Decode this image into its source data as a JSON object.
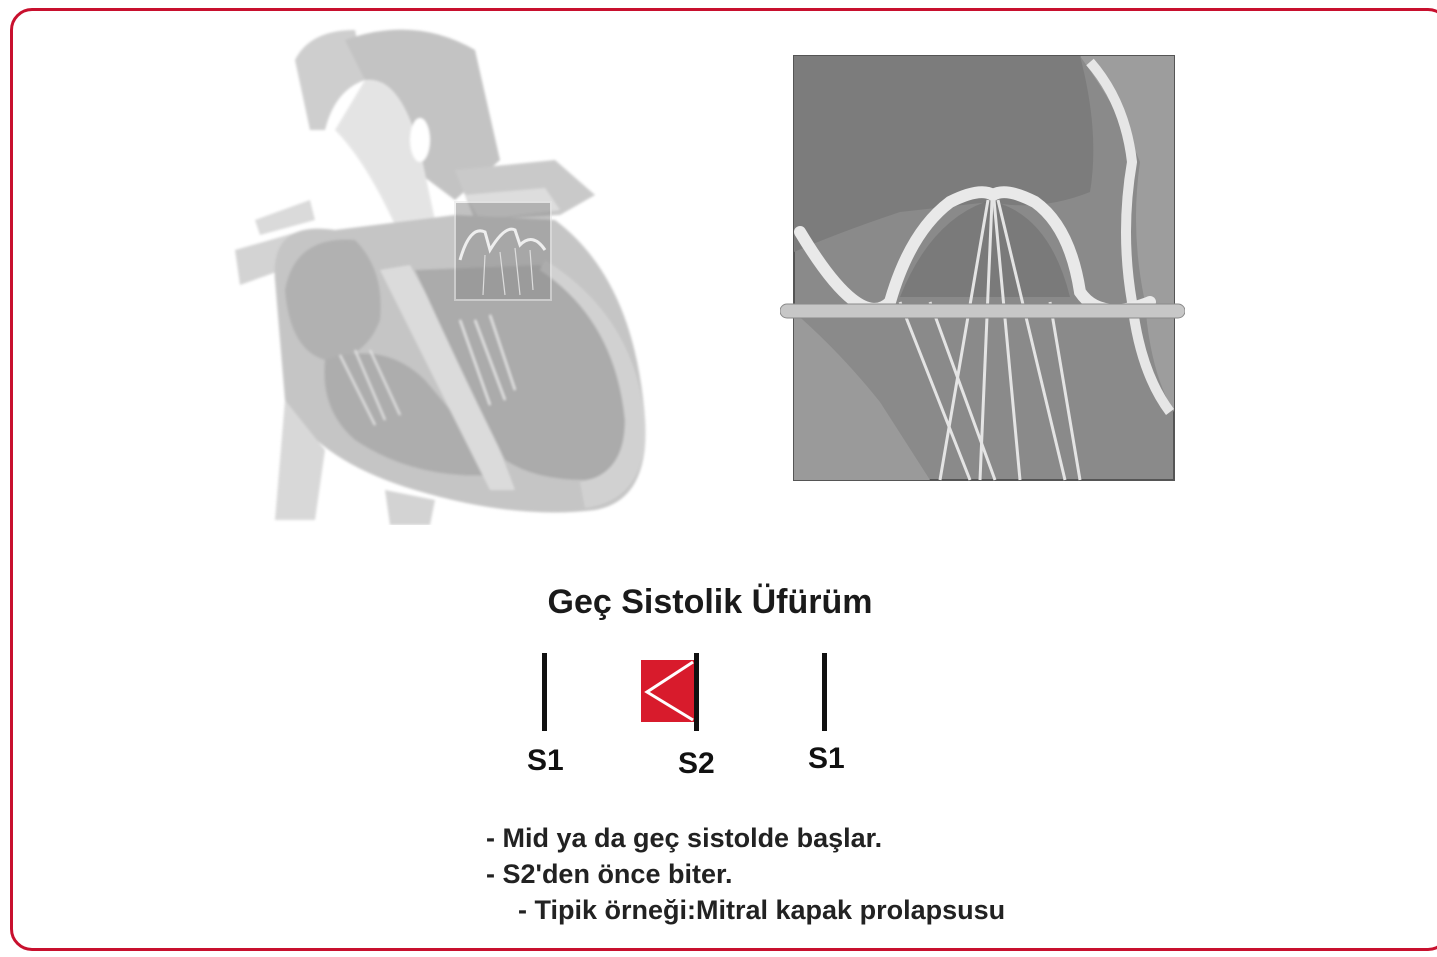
{
  "colors": {
    "frame_border": "#c8102e",
    "murmur_fill": "#d81b2c",
    "illustration_gray": "#9a9a9a"
  },
  "title": "Geç Sistolik Üfürüm",
  "phonocardiogram": {
    "labels": [
      "S1",
      "S2",
      "S1"
    ]
  },
  "notes": [
    "- Mid ya da geç sistolde başlar.",
    "- S2'den önce biter.",
    "- Tipik örneği:Mitral kapak prolapsusu"
  ]
}
